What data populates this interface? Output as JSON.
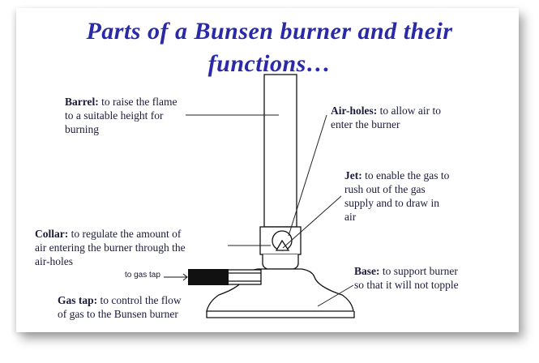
{
  "title_line1": "Parts of a Bunsen burner and their",
  "title_line2": "functions…",
  "labels": {
    "barrel": {
      "name": "Barrel:",
      "lines": [
        " to raise the flame",
        "to a suitable height for",
        "burning"
      ]
    },
    "airholes": {
      "name": "Air-holes:",
      "lines": [
        " to allow air to",
        "enter the burner"
      ]
    },
    "jet": {
      "name": "Jet:",
      "lines": [
        " to enable the gas to",
        "rush out of the gas",
        "supply and to draw in",
        "air"
      ]
    },
    "collar": {
      "name": "Collar:",
      "lines": [
        " to regulate the amount of",
        "air entering the burner through the",
        "air-holes"
      ]
    },
    "base": {
      "name": "Base:",
      "lines": [
        " to support burner",
        "so that it will not topple"
      ]
    },
    "gastap": {
      "name": "Gas tap:",
      "lines": [
        " to control the flow",
        "of gas to the Bunsen burner"
      ]
    }
  },
  "gas_tap_arrow_label": "to gas tap",
  "colors": {
    "title": "#2a2aa8",
    "text": "#1a1a3a",
    "line": "#111111"
  }
}
